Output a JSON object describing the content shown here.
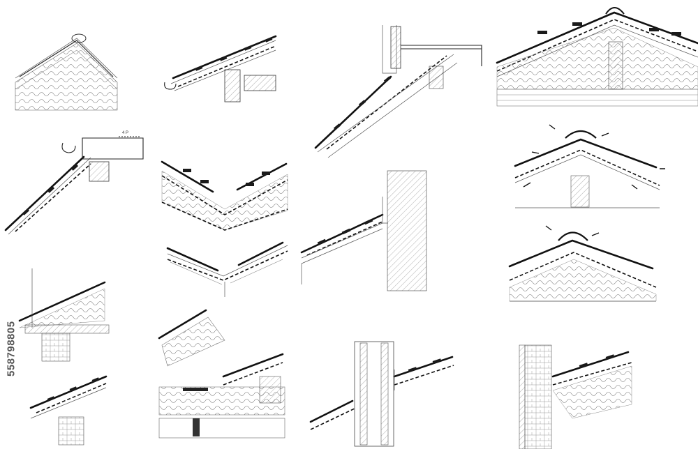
{
  "watermark": {
    "stock_id": "558798805"
  },
  "annotations": {
    "dimension_mark": "4 P"
  },
  "details": [
    {
      "id": "ridge-small"
    },
    {
      "id": "eaves-gutter-1"
    },
    {
      "id": "verge-wall-top"
    },
    {
      "id": "ridge-large"
    },
    {
      "id": "eaves-gutter-2"
    },
    {
      "id": "valley-large"
    },
    {
      "id": "ridge-vented-1"
    },
    {
      "id": "valley-small"
    },
    {
      "id": "wall-abutment"
    },
    {
      "id": "ridge-vented-2"
    },
    {
      "id": "eaves-insulated-1"
    },
    {
      "id": "valley-insulated"
    },
    {
      "id": "chimney-abutment"
    },
    {
      "id": "wall-abutment-2"
    },
    {
      "id": "eaves-insulated-2"
    }
  ]
}
